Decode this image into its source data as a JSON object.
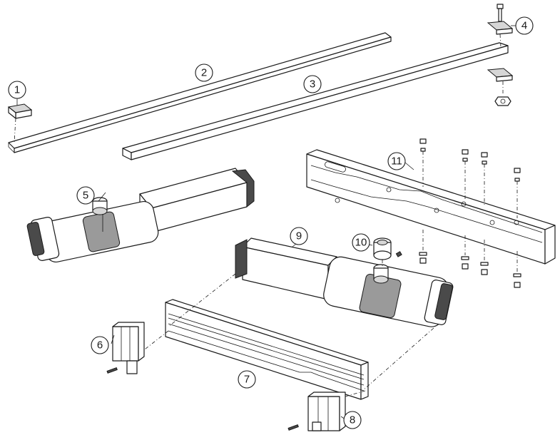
{
  "callouts": [
    {
      "id": "1",
      "label": "1"
    },
    {
      "id": "2",
      "label": "2"
    },
    {
      "id": "3",
      "label": "3"
    },
    {
      "id": "4",
      "label": "4"
    },
    {
      "id": "5",
      "label": "5"
    },
    {
      "id": "6",
      "label": "6"
    },
    {
      "id": "7",
      "label": "7"
    },
    {
      "id": "8",
      "label": "8"
    },
    {
      "id": "9",
      "label": "9"
    },
    {
      "id": "10",
      "label": "10"
    },
    {
      "id": "11",
      "label": "11"
    }
  ],
  "colors": {
    "line": "#1a1a1a",
    "fill": "#ffffff",
    "motor_body": "#4a4a4a",
    "gear_housing": "#9a9a9a"
  }
}
